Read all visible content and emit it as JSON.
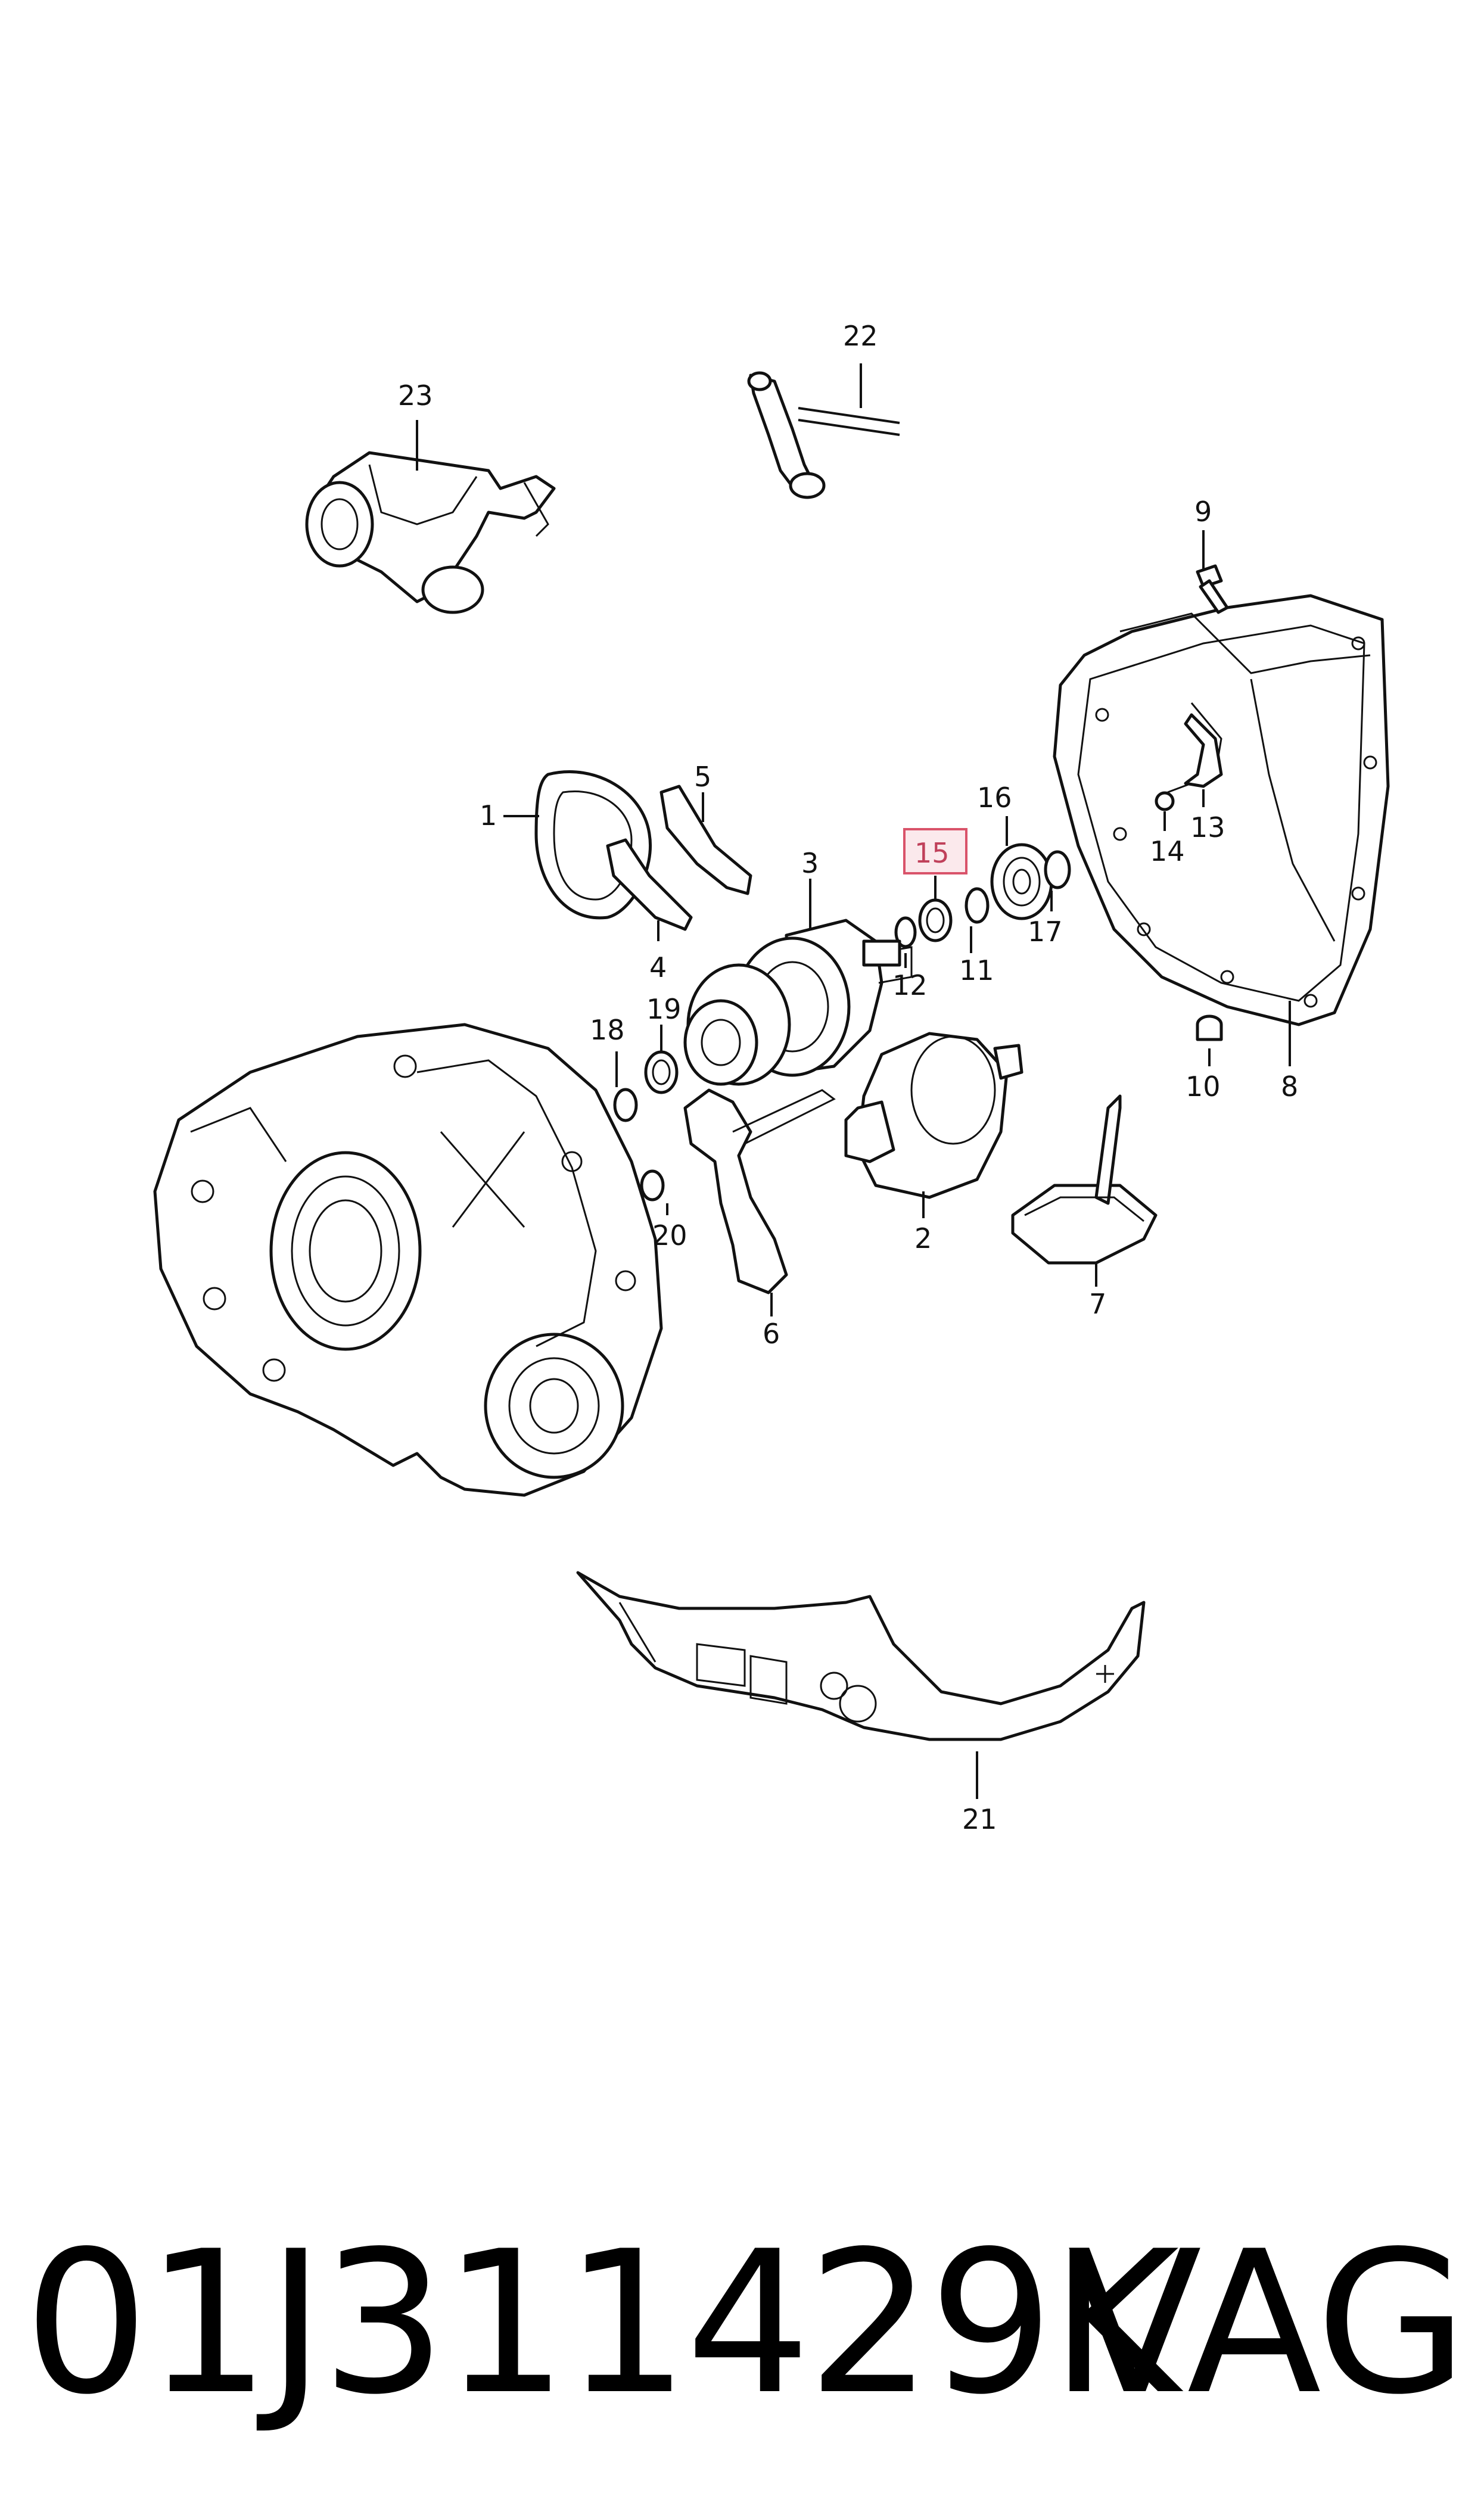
{
  "diagram": {
    "callouts": [
      {
        "id": "1",
        "label": "1"
      },
      {
        "id": "2",
        "label": "2"
      },
      {
        "id": "3",
        "label": "3"
      },
      {
        "id": "4",
        "label": "4"
      },
      {
        "id": "5",
        "label": "5"
      },
      {
        "id": "6",
        "label": "6"
      },
      {
        "id": "7",
        "label": "7"
      },
      {
        "id": "8",
        "label": "8"
      },
      {
        "id": "9",
        "label": "9"
      },
      {
        "id": "10",
        "label": "10"
      },
      {
        "id": "11",
        "label": "11"
      },
      {
        "id": "12",
        "label": "12"
      },
      {
        "id": "13",
        "label": "13"
      },
      {
        "id": "14",
        "label": "14"
      },
      {
        "id": "15",
        "label": "15",
        "highlighted": true
      },
      {
        "id": "16",
        "label": "16"
      },
      {
        "id": "17",
        "label": "17"
      },
      {
        "id": "18",
        "label": "18"
      },
      {
        "id": "19",
        "label": "19"
      },
      {
        "id": "20",
        "label": "20"
      },
      {
        "id": "21",
        "label": "21"
      },
      {
        "id": "22",
        "label": "22"
      },
      {
        "id": "23",
        "label": "23"
      }
    ],
    "highlight_color": "#d9536a"
  },
  "footer": {
    "part_number": "01J311429K",
    "brand": "VAG"
  }
}
